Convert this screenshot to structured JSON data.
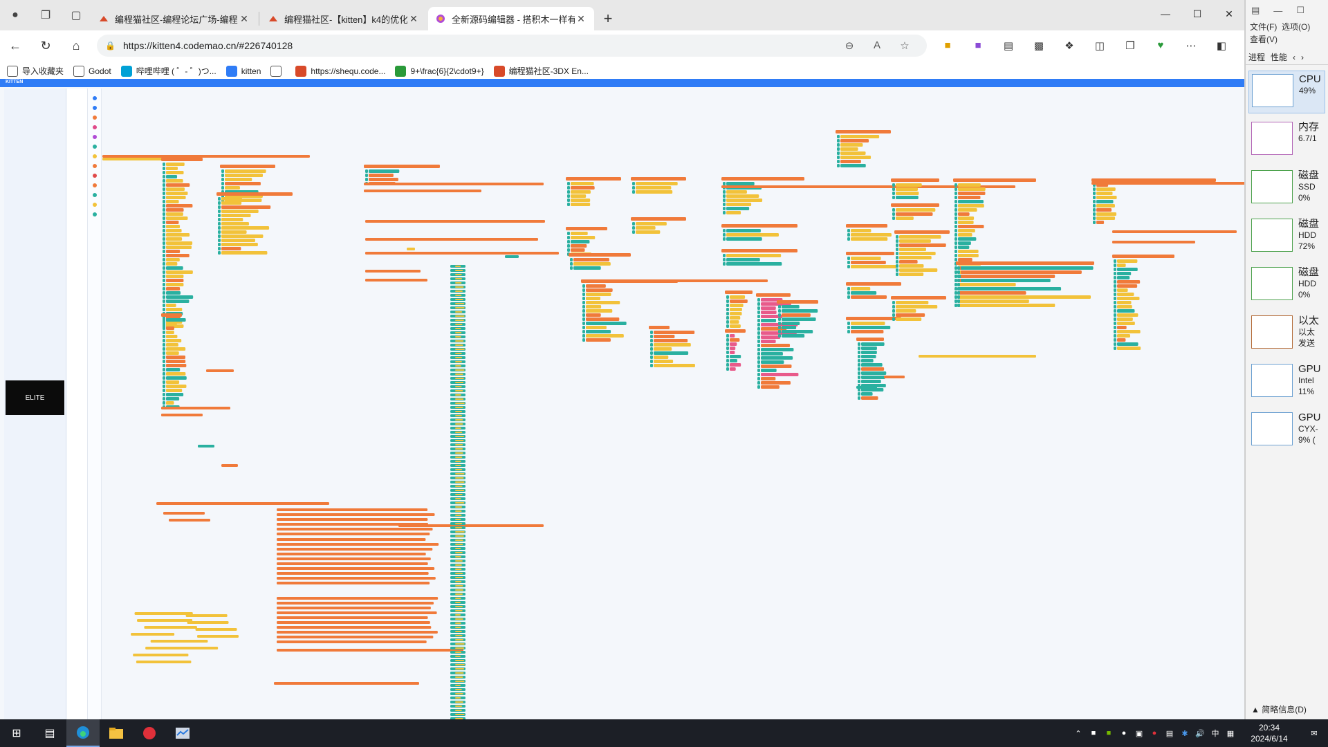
{
  "browser": {
    "tabs": [
      {
        "title": "编程猫社区-编程论坛广场-编程学",
        "active": false
      },
      {
        "title": "编程猫社区-【kitten】k4的优化",
        "active": false
      },
      {
        "title": "全新源码编辑器 - 搭积木一样有趣",
        "active": true
      }
    ],
    "new_tab_label": "+",
    "address": {
      "url": "https://kitten4.codemao.cn/#226740128"
    },
    "bookmarks": [
      {
        "label": "导入收藏夹",
        "color": "#555555"
      },
      {
        "label": "Godot",
        "color": "#555555"
      },
      {
        "label": "哔哩哔哩 ( ゜- ゜)つ...",
        "color": "#00a1d6"
      },
      {
        "label": "kitten",
        "color": "#2f7cf6"
      },
      {
        "label": "",
        "color": "#777777"
      },
      {
        "label": "https://shequ.code...",
        "color": "#d84a2a"
      },
      {
        "label": "9+\\frac{6}{2\\cdot9+}",
        "color": "#2a9a3a"
      },
      {
        "label": "编程猫社区-3DX En...",
        "color": "#d84a2a"
      }
    ]
  },
  "kitten": {
    "logo": "KITTEN",
    "elite_label": "ELITE"
  },
  "taskmgr": {
    "menu": [
      "文件(F)",
      "选项(O)",
      "查看(V)"
    ],
    "tabs": [
      "进程",
      "性能"
    ],
    "items": [
      {
        "name": "CPU",
        "line1": "49%",
        "line2": "",
        "kind": "cpu",
        "selected": true
      },
      {
        "name": "内存",
        "line1": "6.7/1",
        "line2": "",
        "kind": "mem",
        "selected": false
      },
      {
        "name": "磁盘",
        "line1": "SSD",
        "line2": "0%",
        "kind": "disk",
        "selected": false
      },
      {
        "name": "磁盘",
        "line1": "HDD",
        "line2": "72%",
        "kind": "disk",
        "selected": false
      },
      {
        "name": "磁盘",
        "line1": "HDD",
        "line2": "0%",
        "kind": "disk",
        "selected": false
      },
      {
        "name": "以太",
        "line1": "以太",
        "line2": "发送",
        "kind": "net",
        "selected": false
      },
      {
        "name": "GPU",
        "line1": "Intel",
        "line2": "11%",
        "kind": "cpu",
        "selected": false
      },
      {
        "name": "GPU",
        "line1": "CYX-",
        "line2": "9% (",
        "kind": "cpu",
        "selected": false
      }
    ],
    "summary_label": "简略信息(D)"
  },
  "taskbar": {
    "clock_time": "20:34",
    "clock_date": "2024/6/14",
    "ime": "中"
  }
}
